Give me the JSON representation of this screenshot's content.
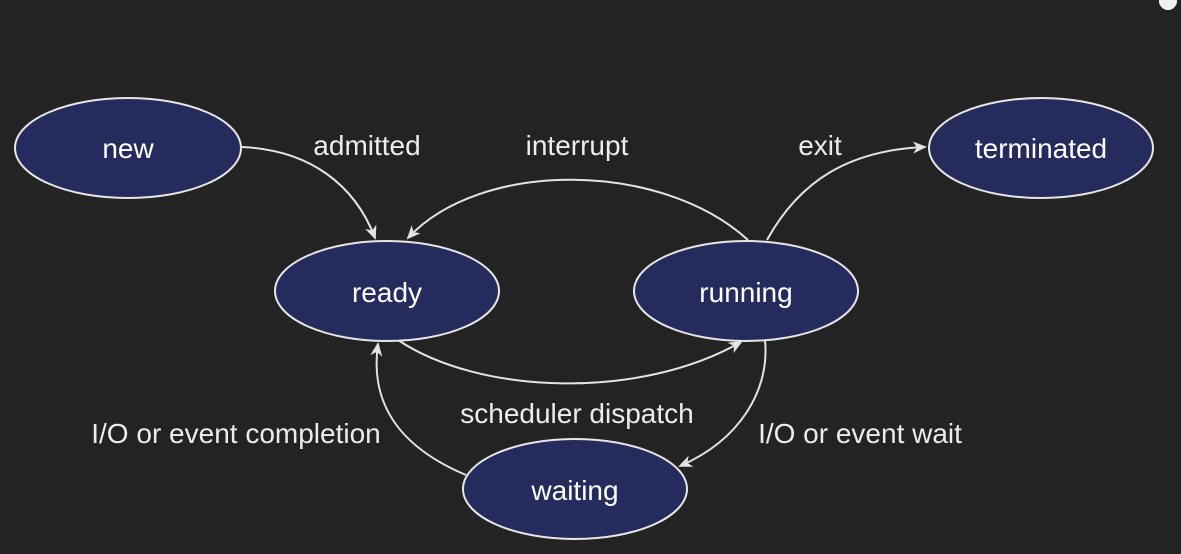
{
  "diagram": {
    "type": "state-transition",
    "states": [
      {
        "id": "new",
        "label": "new"
      },
      {
        "id": "ready",
        "label": "ready"
      },
      {
        "id": "running",
        "label": "running"
      },
      {
        "id": "terminated",
        "label": "terminated"
      },
      {
        "id": "waiting",
        "label": "waiting"
      }
    ],
    "transitions": [
      {
        "id": "admitted",
        "from": "new",
        "to": "ready",
        "label": "admitted"
      },
      {
        "id": "interrupt",
        "from": "running",
        "to": "ready",
        "label": "interrupt"
      },
      {
        "id": "exit",
        "from": "running",
        "to": "terminated",
        "label": "exit"
      },
      {
        "id": "scheduler-dispatch",
        "from": "ready",
        "to": "running",
        "label": "scheduler dispatch"
      },
      {
        "id": "io-event-wait",
        "from": "running",
        "to": "waiting",
        "label": "I/O or event wait"
      },
      {
        "id": "io-event-completion",
        "from": "waiting",
        "to": "ready",
        "label": "I/O or event completion"
      }
    ]
  }
}
